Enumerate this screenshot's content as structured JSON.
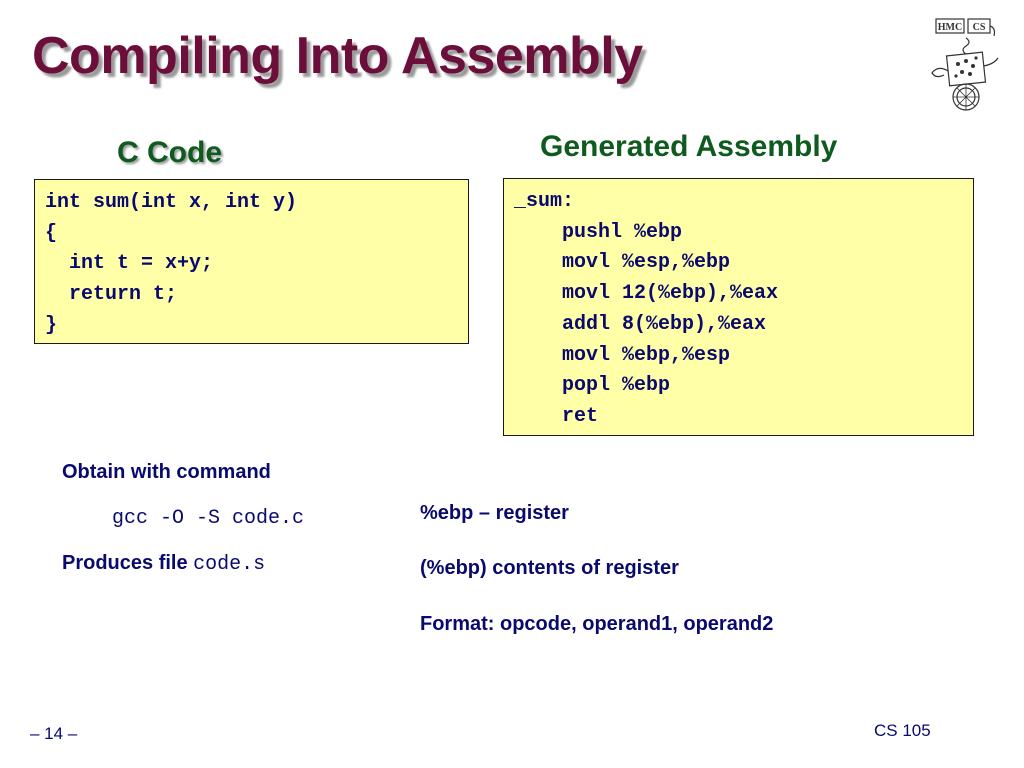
{
  "slide": {
    "title": "Compiling Into Assembly",
    "page_number": "– 14 –",
    "course": "CS 105"
  },
  "logo": {
    "text_left": "HMC",
    "text_right": "CS"
  },
  "c_code": {
    "heading": "C Code",
    "lines": [
      "int sum(int x, int y)",
      "{",
      "  int t = x+y;",
      "  return t;",
      "}"
    ]
  },
  "assembly": {
    "heading": "Generated Assembly",
    "lines": [
      "_sum:",
      "    pushl %ebp",
      "    movl %esp,%ebp",
      "    movl 12(%ebp),%eax",
      "    addl 8(%ebp),%eax",
      "    movl %ebp,%esp",
      "    popl %ebp",
      "    ret"
    ]
  },
  "notes": {
    "obtain_label": "Obtain with command",
    "command": "gcc -O -S code.c",
    "produces_label": "Produces file ",
    "produces_file": "code.s",
    "ebp_register": "%ebp – register",
    "ebp_contents": "(%ebp) contents of register",
    "format": "Format: opcode, operand1, operand2"
  },
  "colors": {
    "title": "#6b0f3a",
    "heading": "#0f5a1e",
    "text": "#0a0a6e",
    "code_background": "#ffffa8"
  }
}
